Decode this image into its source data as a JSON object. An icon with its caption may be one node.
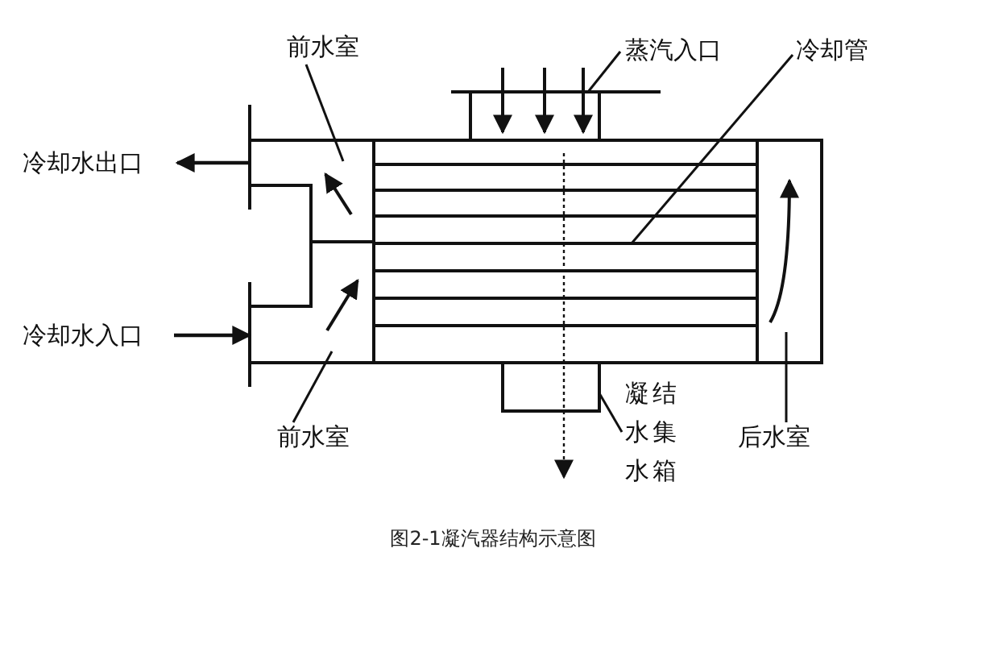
{
  "diagram": {
    "caption": "图2-1凝汽器结构示意图",
    "nodes": [
      {
        "text": [
          "前水室"
        ]
      },
      {
        "text": [
          "蒸汽入口"
        ]
      },
      {
        "text": [
          "冷却管"
        ]
      },
      {
        "text": [
          "冷却水出口"
        ]
      },
      {
        "text": [],
        "shape": "box"
      },
      {
        "text": [],
        "shape": "box"
      },
      {
        "text": [],
        "shape": "box"
      },
      {
        "text": [],
        "shape": "box"
      },
      {
        "text": [
          "冷却水入口"
        ]
      },
      {
        "text": [],
        "shape": "box"
      },
      {
        "text": [],
        "shape": "box"
      },
      {
        "text": [
          "前水室"
        ]
      },
      {
        "text": [
          "凝结水集水箱"
        ]
      },
      {
        "text": [
          "后水室"
        ]
      }
    ],
    "edges": [
      {
        "from": 0,
        "to": 4,
        "arrow": "none"
      },
      {
        "from": 1,
        "to": 5,
        "arrow": "none"
      },
      {
        "from": 2,
        "to": 6,
        "arrow": "none"
      },
      {
        "from": 4,
        "to": 3,
        "arrow": "to"
      },
      {
        "from": 8,
        "to": 9,
        "arrow": "to"
      },
      {
        "from": 11,
        "to": 9,
        "arrow": "none"
      },
      {
        "from": 12,
        "to": 10,
        "arrow": "none"
      },
      {
        "from": 13,
        "to": 7,
        "arrow": "none"
      }
    ]
  }
}
